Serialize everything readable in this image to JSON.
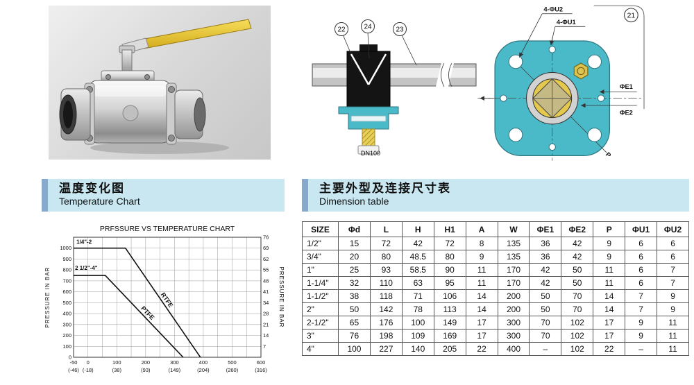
{
  "sections": {
    "temperature": {
      "title_zh": "温度变化图",
      "title_en": "Temperature Chart"
    },
    "dimensions": {
      "title_zh": "主要外型及连接尺寸表",
      "title_en": "Dimension table"
    }
  },
  "photo": {
    "handle_color": "#e6cb43",
    "body_color": "#c9c9c9"
  },
  "diagram": {
    "callouts": {
      "c21": "21",
      "c22": "22",
      "c23": "23",
      "c24": "24"
    },
    "dn_label": "DN100",
    "labels": {
      "u2": "4-ΦU2",
      "u1": "4-ΦU1",
      "e1": "ΦE1",
      "e2": "ΦE2",
      "p": "P"
    },
    "flange_color": "#4ab9c8",
    "accent_yellow": "#e2c549"
  },
  "chart_data": {
    "type": "line",
    "title": "PRFSSURE VS TEMPERATURE CHART",
    "ylabel_left": "PRESSURE IN BAR",
    "ylabel_right": "PRESSURE IN BAR",
    "x_range": [
      -50,
      600
    ],
    "y_range": [
      0,
      1100
    ],
    "x_grid_step": 50,
    "y_grid_step": 100,
    "grid": true,
    "y_ticks_left": [
      0,
      100,
      200,
      300,
      400,
      500,
      600,
      700,
      800,
      900,
      1000
    ],
    "y_ticks_right": [
      7,
      14,
      21,
      28,
      34,
      41,
      48,
      55,
      62,
      69,
      76
    ],
    "x_ticks": [
      {
        "f": -50,
        "c": "(-46)"
      },
      {
        "f": 0,
        "c": "(-18)"
      },
      {
        "f": 100,
        "c": "(38)"
      },
      {
        "f": 200,
        "c": "(93)"
      },
      {
        "f": 300,
        "c": "(149)"
      },
      {
        "f": 400,
        "c": "(204)"
      },
      {
        "f": 500,
        "c": "(260)"
      },
      {
        "f": 600,
        "c": "(316)"
      }
    ],
    "series": [
      {
        "name": "RTFE",
        "points": [
          [
            -50,
            1000
          ],
          [
            130,
            1000
          ],
          [
            390,
            0
          ]
        ]
      },
      {
        "name": "PTFE",
        "points": [
          [
            -50,
            750
          ],
          [
            60,
            750
          ],
          [
            330,
            0
          ]
        ]
      }
    ],
    "annotations": [
      {
        "x": -40,
        "y": 1040,
        "label": "1/4\"-2"
      },
      {
        "x": -45,
        "y": 800,
        "label": "2 1/2\"-4\""
      }
    ]
  },
  "dimension_table": {
    "headers": [
      "SIZE",
      "Φd",
      "L",
      "H",
      "H1",
      "A",
      "W",
      "ΦE1",
      "ΦE2",
      "P",
      "ΦU1",
      "ΦU2"
    ],
    "rows": [
      [
        "1/2\"",
        15,
        72,
        42,
        72,
        8,
        135,
        36,
        42,
        9,
        6,
        6
      ],
      [
        "3/4\"",
        20,
        80,
        48.5,
        80,
        9,
        135,
        36,
        42,
        9,
        6,
        6
      ],
      [
        "1\"",
        25,
        93,
        58.5,
        90,
        11,
        170,
        42,
        50,
        11,
        6,
        7
      ],
      [
        "1-1/4\"",
        32,
        110,
        63,
        95,
        11,
        170,
        42,
        50,
        11,
        6,
        7
      ],
      [
        "1-1/2\"",
        38,
        118,
        71,
        106,
        14,
        200,
        50,
        70,
        14,
        7,
        9
      ],
      [
        "2\"",
        50,
        142,
        78,
        113,
        14,
        200,
        50,
        70,
        14,
        7,
        9
      ],
      [
        "2-1/2\"",
        65,
        176,
        100,
        149,
        17,
        300,
        70,
        102,
        17,
        9,
        11
      ],
      [
        "3\"",
        76,
        198,
        109,
        169,
        17,
        300,
        70,
        102,
        17,
        9,
        11
      ],
      [
        "4\"",
        100,
        227,
        140,
        205,
        22,
        400,
        "–",
        102,
        22,
        "–",
        11
      ]
    ]
  }
}
